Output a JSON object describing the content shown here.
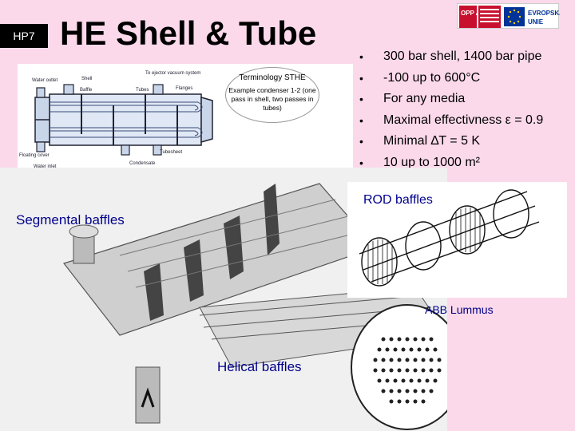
{
  "slide": {
    "tag": "HP7",
    "title": "HE Shell & Tube"
  },
  "bullets": [
    {
      "text": "300 bar shell, 1400 bar pipe"
    },
    {
      "text": "-100 up to 600°C"
    },
    {
      "text": "For any media"
    },
    {
      "text": "Maximal effectivness ε = 0.9"
    },
    {
      "text": "Minimal ∆T = 5 K"
    },
    {
      "text": "10 up to 1000 m²"
    }
  ],
  "callout": {
    "title": "Terminology STHE",
    "text": "Example condenser 1-2 (one pass in shell, two passes in tubes)"
  },
  "diagram_labels": {
    "water_outlet": "Water outlet",
    "shell": "Shell",
    "vacuum": "To ejector vacuum system",
    "flanges": "Flanges",
    "baffle": "Baffle",
    "tubes": "Tubes",
    "tube_sheet": "Tubesheet",
    "condensate": "Condensate",
    "water_inlet": "Water inlet",
    "floating_head": "Floating cover"
  },
  "labels": {
    "rod": "ROD baffles",
    "segmental": "Segmental baffles",
    "abb": "ABB Lummus",
    "helical": "Helical baffles"
  },
  "logo": {
    "left": "OPP A",
    "right": "EVROPSKÁ UNIE"
  }
}
